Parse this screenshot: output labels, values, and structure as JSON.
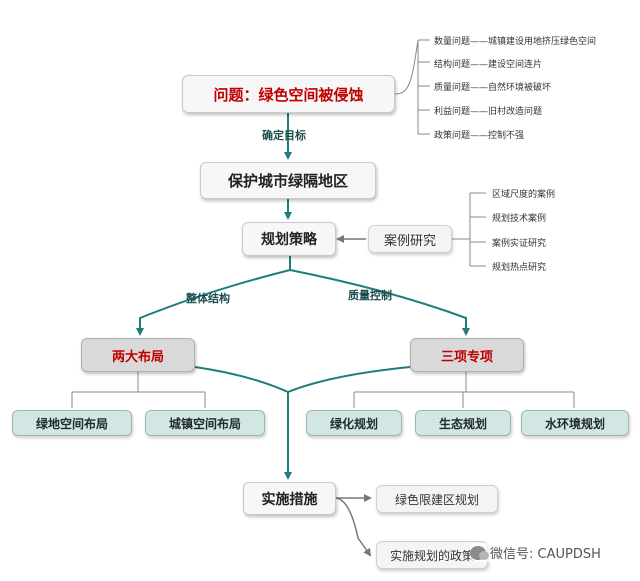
{
  "diagram": {
    "problem": "问题：绿色空间被侵蚀",
    "problem_items": [
      "数量问题——城镇建设用地挤压绿色空间",
      "结构问题——建设空间连片",
      "质量问题——自然环境被破坏",
      "利益问题——旧村改造问题",
      "政策问题——控制不强"
    ],
    "goal_label": "确定目标",
    "goal": "保护城市绿隔地区",
    "strategy": "规划策略",
    "case_study": "案例研究",
    "case_items": [
      "区域尺度的案例",
      "规划技术案例",
      "案例实证研究",
      "规划热点研究"
    ],
    "left_label": "整体结构",
    "right_label": "质量控制",
    "layout": "两大布局",
    "special": "三项专项",
    "layout_items": [
      "绿地空间布局",
      "城镇空间布局"
    ],
    "special_items": [
      "绿化规划",
      "生态规划",
      "水环境规划"
    ],
    "implement": "实施措施",
    "implement_items": [
      "绿色限建区规划",
      "实施规划的政策"
    ]
  },
  "watermark": {
    "text": "微信号: CAUPDSH"
  },
  "colors": {
    "accent_red": "#c00000",
    "arrow_teal": "#1f7d7d",
    "box_teal": "#d2e6e3"
  }
}
